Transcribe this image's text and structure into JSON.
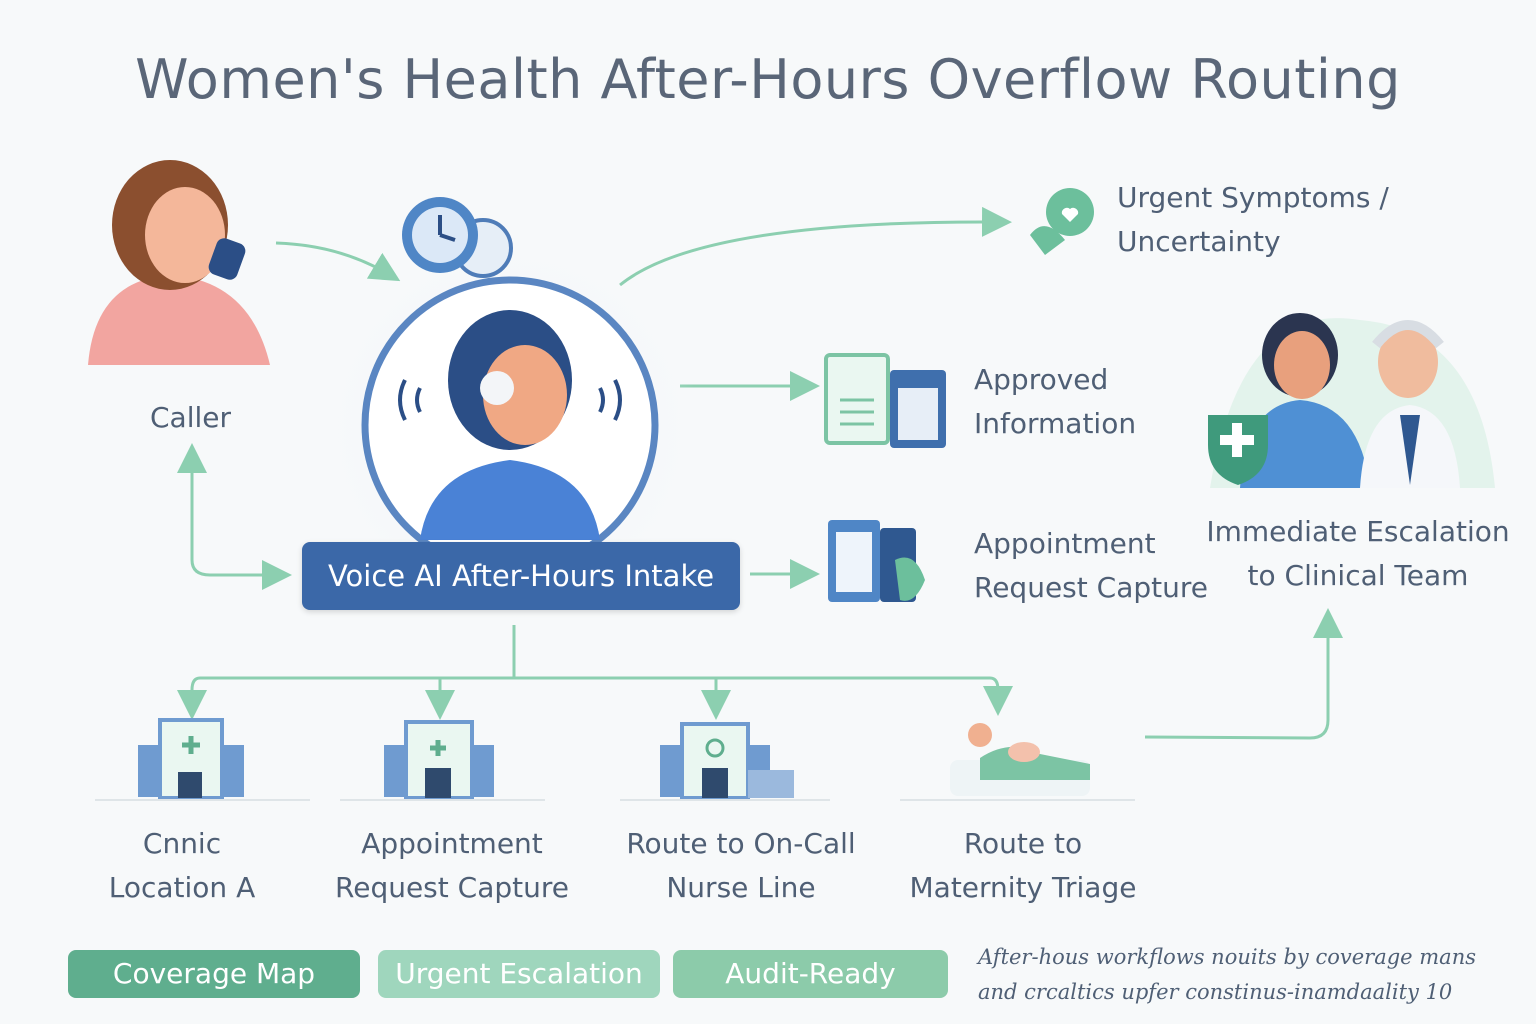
{
  "title": "Women's Health After-Hours Overflow Routing",
  "caller_label": "Caller",
  "intake_label": "Voice AI After-Hours Intake",
  "outputs": {
    "urgent": [
      "Urgent Symptoms /",
      "Uncertainty"
    ],
    "approved": [
      "Approved",
      "Information"
    ],
    "appointment": [
      "Appointment",
      "Request Capture"
    ],
    "escalation": [
      "Immediate Escalation",
      "to Clinical Team"
    ]
  },
  "routes": [
    {
      "lines": [
        "Cnnic",
        "Location A"
      ]
    },
    {
      "lines": [
        "Appointment",
        "Request Capture"
      ]
    },
    {
      "lines": [
        "Route to On-Call",
        "Nurse Line"
      ]
    },
    {
      "lines": [
        "Route to",
        "Maternity Triage"
      ]
    }
  ],
  "pills": [
    {
      "label": "Coverage Map",
      "color": "#5fae8e"
    },
    {
      "label": "Urgent Escalation",
      "color": "#9fd6bd"
    },
    {
      "label": "Audit-Ready",
      "color": "#8ccbaa"
    }
  ],
  "footnote": [
    "After-hous workflows nouits by coverage mans",
    "and crcaltics upfer constinus-inamdaality 10"
  ],
  "colors": {
    "arrow": "#8ccfb0",
    "intake": "#3b68a8",
    "title": "#5a6678",
    "text": "#4f5f75"
  }
}
